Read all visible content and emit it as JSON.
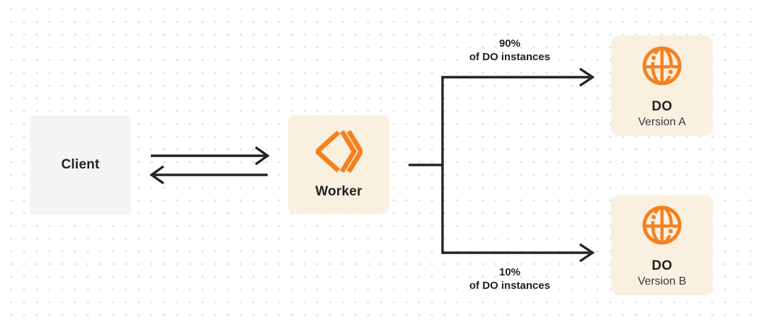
{
  "colors": {
    "accent_orange": "#f48120",
    "node_cream_bg": "#faf0e0",
    "client_bg": "#f4f4f6",
    "line": "#212326",
    "text_dark": "#202225",
    "text_secondary": "#37393d"
  },
  "nodes": {
    "client": {
      "label": "Client"
    },
    "worker": {
      "label": "Worker",
      "icon": "workers-icon"
    },
    "do_a": {
      "title": "DO",
      "subtitle": "Version A",
      "icon": "globe-icon"
    },
    "do_b": {
      "title": "DO",
      "subtitle": "Version B",
      "icon": "globe-icon"
    }
  },
  "edges": {
    "client_worker": {
      "description": "bidirectional-arrows"
    },
    "to_do_a": {
      "percent": "90%",
      "caption": "of DO instances"
    },
    "to_do_b": {
      "percent": "10%",
      "caption": "of DO instances"
    }
  }
}
